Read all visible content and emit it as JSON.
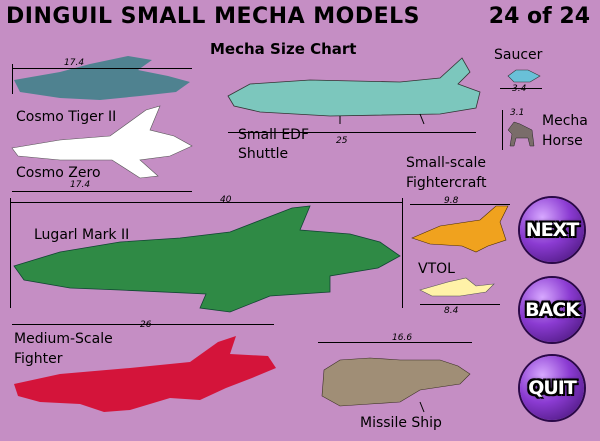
{
  "header": {
    "title": "DINGUIL SMALL MECHA MODELS",
    "page_indicator": "24 of 24"
  },
  "chart": {
    "title": "Mecha Size Chart"
  },
  "labels": {
    "cosmo_tiger": "Cosmo Tiger II",
    "cosmo_zero": "Cosmo Zero",
    "small_edf_line1": "Small EDF",
    "small_edf_line2": "Shuttle",
    "saucer": "Saucer",
    "mecha_horse_line1": "Mecha",
    "mecha_horse_line2": "Horse",
    "fighter_line1": "Small-scale",
    "fighter_line2": "Fightercraft",
    "lugarl": "Lugarl Mark II",
    "vtol": "VTOL",
    "medium_line1": "Medium-Scale",
    "medium_line2": "Fighter",
    "missile": "Missile Ship"
  },
  "dimensions": {
    "cosmo_tiger": "17.4",
    "cosmo_zero": "17.4",
    "shuttle": "25",
    "saucer": "3.4",
    "horse": "3.1",
    "fighter": "9.8",
    "vtol": "8.4",
    "lugarl": "40",
    "medium": "26",
    "missile": "16.6"
  },
  "nav": {
    "next": "NEXT",
    "back": "BACK",
    "quit": "QUIT"
  },
  "colors": {
    "background": "#c58ec4",
    "cosmo_tiger": "#4f8290",
    "cosmo_zero": "#ffffff",
    "shuttle": "#7cc7bd",
    "saucer": "#69c0d8",
    "horse": "#7a6d6a",
    "fighter": "#f0a21e",
    "vtol": "#fff2a8",
    "lugarl": "#2f8a45",
    "medium": "#d4143a",
    "missile": "#a08e76",
    "nav_button": "#8b3bd2"
  }
}
